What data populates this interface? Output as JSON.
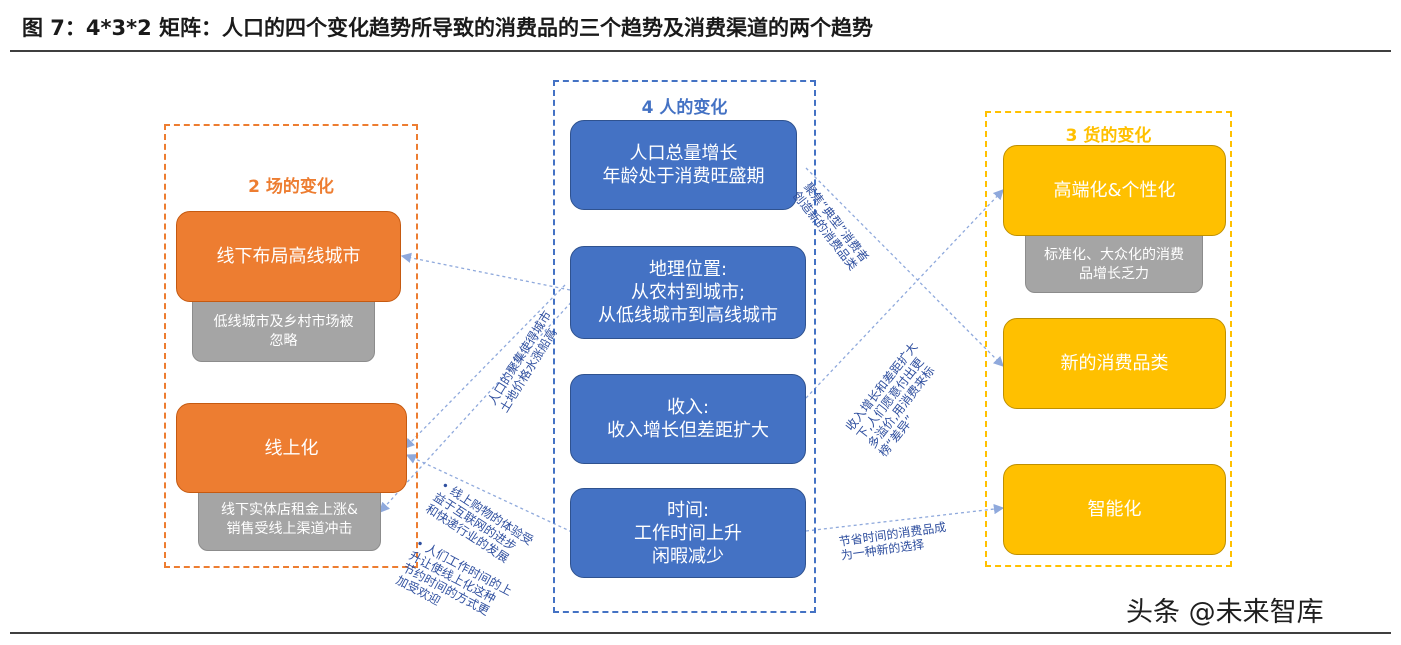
{
  "title": "图 7：4*3*2 矩阵：人口的四个变化趋势所导致的消费品的三个趋势及消费渠道的两个趋势",
  "people_panel": {
    "title": "4 人的变化",
    "items": [
      "人口总量增长\n年龄处于消费旺盛期",
      "地理位置:\n从农村到城市;\n从低线城市到高线城市",
      "收入:\n收入增长但差距扩大",
      "时间:\n工作时间上升\n闲暇减少"
    ]
  },
  "place_panel": {
    "title": "2 场的变化",
    "items": [
      {
        "label": "线下布局高线城市",
        "note": "低线城市及乡村市场被\n忽略"
      },
      {
        "label": "线上化",
        "note": "线下实体店租金上涨&\n销售受线上渠道冲击"
      }
    ]
  },
  "goods_panel": {
    "title": "3 货的变化",
    "items": [
      {
        "label": "高端化&个性化",
        "note": "标准化、大众化的消费\n品增长乏力"
      },
      {
        "label": "新的消费品类",
        "note": ""
      },
      {
        "label": "智能化",
        "note": ""
      }
    ]
  },
  "annotations": {
    "focus": "聚焦“典型”消费者\n创造新的消费品类",
    "land": "人口的聚集使得城市\n土地价格水涨船高",
    "income": "收入增长和差距扩大\n下,人们愿意付出更\n多溢价,用消费来标\n榜“差异”",
    "internet": "• 线上购物的体验受\n益于互联网的进步\n和快递行业的发展",
    "work": "• 人们工作时间的上\n升让使线上化这种\n节约时间的方式更\n加受欢迎",
    "time_saving": "节省时间的消费品成\n为一种新的选择"
  },
  "watermark": "头条 @未来智库",
  "colors": {
    "blue": "#4472c4",
    "orange": "#ed7d31",
    "yellow": "#ffc000",
    "gray": "#a5a5a5",
    "arrow": "#8fa9dc"
  }
}
